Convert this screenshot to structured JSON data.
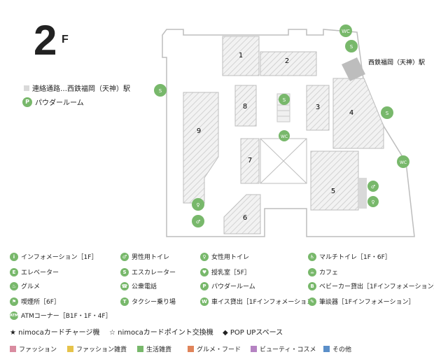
{
  "floor": {
    "number": "2",
    "suffix": "F"
  },
  "notes": {
    "passage": "連絡通路…西鉄福岡（天神）駅",
    "powder": "パウダールーム"
  },
  "station": {
    "label": "西鉄福岡（天神）駅"
  },
  "stores": [
    "1",
    "2",
    "3",
    "4",
    "5",
    "6",
    "7",
    "8",
    "9"
  ],
  "legend": [
    "インフォメーション［1F］",
    "男性用トイレ",
    "女性用トイレ",
    "マルチトイレ［1F・6F］",
    "エレベーター",
    "エスカレーター",
    "授乳室［5F］",
    "カフェ",
    "グルメ",
    "公衆電話",
    "パウダールーム",
    "ベビーカー貸出［1Fインフォメーション］",
    "喫煙所［6F］",
    "タクシー乗り場",
    "車イス貸出［1Fインフォメーション］",
    "筆談器［1Fインフォメーション］",
    "ATMコーナー［B1F・1F・4F］"
  ],
  "legend_icons": [
    "i",
    "♂",
    "♀",
    "♿",
    "E",
    "S",
    "♥",
    "☕",
    "♨",
    "☎",
    "P",
    "B",
    "⚑",
    "T",
    "W",
    "✎",
    "ATM"
  ],
  "marks": {
    "nimoca_charge": "★ nimocaカードチャージ機",
    "nimoca_point": "☆ nimocaカードポイント交換機",
    "popup": "◆ POP UPスペース"
  },
  "categories": [
    {
      "label": "ファッション",
      "color": "#d98ca0"
    },
    {
      "label": "ファッション雑貨",
      "color": "#e6c34a"
    },
    {
      "label": "生活雑貨",
      "color": "#78b86b"
    },
    {
      "label": "グルメ・フード",
      "color": "#e0845a"
    },
    {
      "label": "ビューティ・コスメ",
      "color": "#b583c2"
    },
    {
      "label": "その他",
      "color": "#5b8fc9"
    }
  ],
  "colors": {
    "icon_green": "#78b86b",
    "map_gray": "#d9d9d9",
    "outline": "#bdbdbd"
  }
}
